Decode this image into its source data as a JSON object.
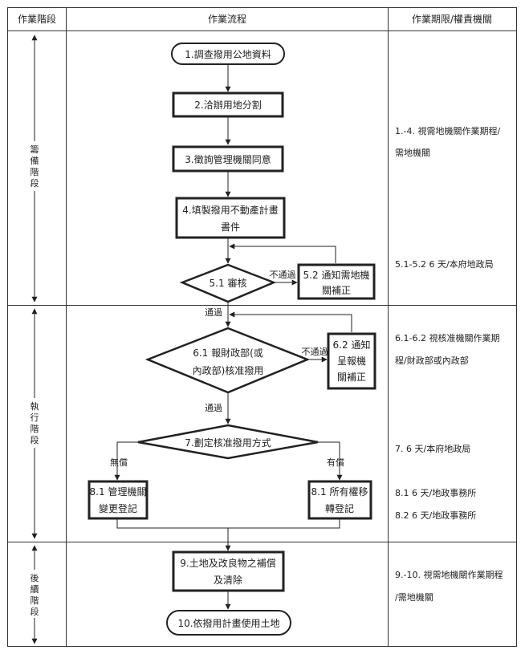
{
  "headers": {
    "stage": "作業階段",
    "flow": "作業流程",
    "deadline": "作業期限/權責機關"
  },
  "phases": {
    "prepare": [
      "籌",
      "備",
      "階",
      "段"
    ],
    "execute": [
      "執",
      "行",
      "階",
      "段"
    ],
    "follow": [
      "後",
      "續",
      "階",
      "段"
    ]
  },
  "flow": {
    "n1": "1.調查撥用公地資料",
    "n2": "2.洽辦用地分割",
    "n3": "3.徵詢管理機關同意",
    "n4_line1": "4.填製撥用不動產計畫",
    "n4_line2": "書件",
    "n51": "5.1 審核",
    "n52_line1": "5.2 通知需地機",
    "n52_line2": "關補正",
    "n61_line1": "6.1 報財政部(或",
    "n61_line2": "內政部)核准撥用",
    "n62_line1": "6.2 通知",
    "n62_line2": "呈報機",
    "n62_line3": "關補正",
    "n7": "7.劃定核准撥用方式",
    "n81a_line1": "8.1 管理機關",
    "n81a_line2": "變更登記",
    "n81b_line1": "8.1 所有權移",
    "n81b_line2": "轉登記",
    "n9_line1": "9.土地及改良物之補償",
    "n9_line2": "及清除",
    "n10": "10.依撥用計畫使用土地"
  },
  "edge_labels": {
    "fail1": "不通過",
    "pass1": "通過",
    "fail2": "不通過",
    "pass2": "通過",
    "free": "無償",
    "paid": "有償"
  },
  "deadlines": {
    "d1_line1": "1.-4. 視需地機關作業期程/",
    "d1_line2": "需地機關",
    "d2": "5.1-5.2 6 天/本府地政局",
    "d3_line1": "6.1-6.2 視核准機關作業期",
    "d3_line2": "程/財政部或內政部",
    "d4": "7. 6 天/本府地政局",
    "d5": "8.1 6 天/地政事務所",
    "d6": "8.2 6 天/地政事務所",
    "d7_line1": "9.-10. 視需地機關作業期程",
    "d7_line2": "/需地機關"
  }
}
